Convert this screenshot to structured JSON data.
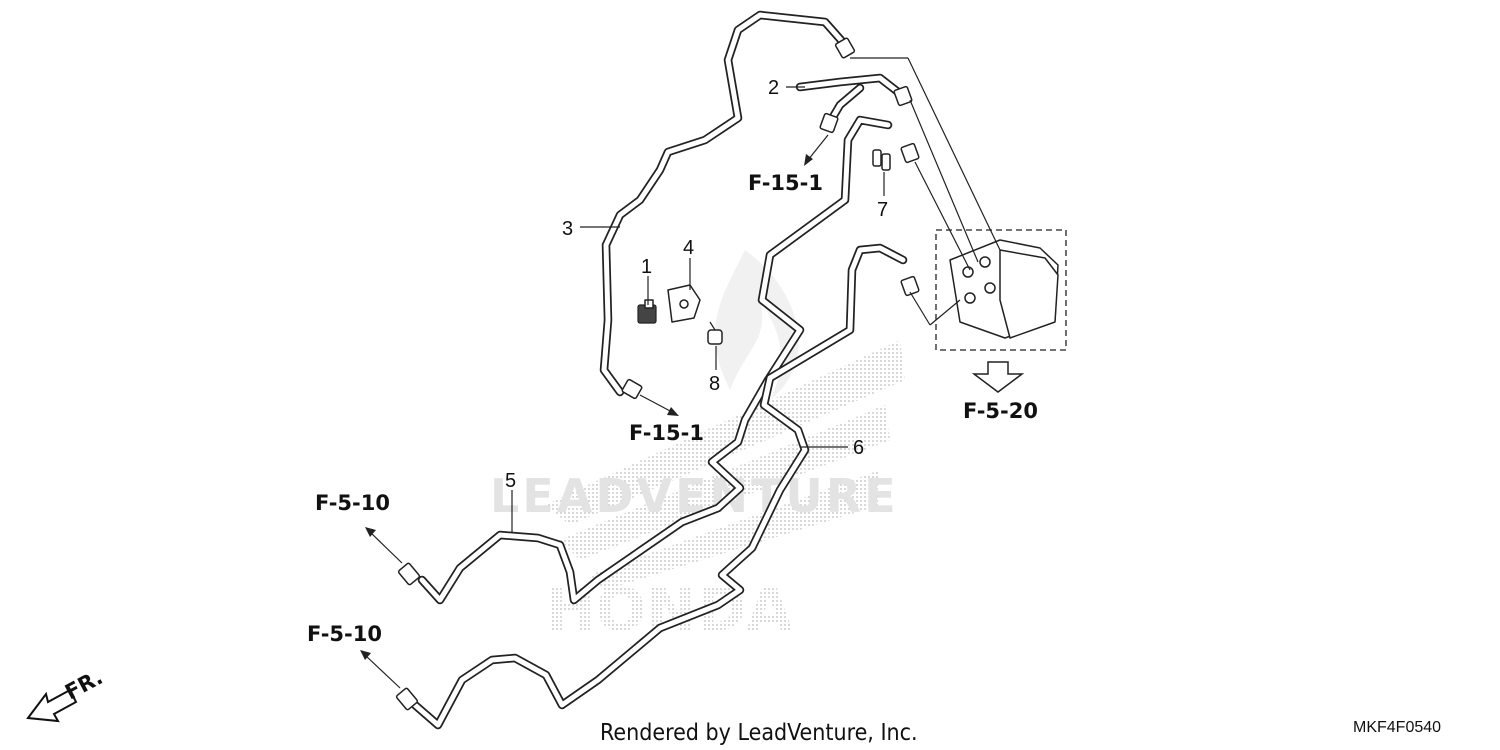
{
  "callouts": [
    "1",
    "2",
    "3",
    "4",
    "5",
    "6",
    "7",
    "8"
  ],
  "refs": {
    "f15_1_top": "F-15-1",
    "f15_1_mid": "F-15-1",
    "f5_20": "F-5-20",
    "f5_10_upper": "F-5-10",
    "f5_10_lower": "F-5-10"
  },
  "front_indicator": "FR.",
  "watermark": {
    "text": "LEADVENTURE",
    "brand": "HONDA"
  },
  "footer": {
    "rendered_by": "Rendered by LeadVenture, Inc.",
    "diagram_code": "MKF4F0540"
  },
  "colors": {
    "line": "#222222",
    "watermark": "#cfcfcf",
    "background": "#ffffff"
  }
}
